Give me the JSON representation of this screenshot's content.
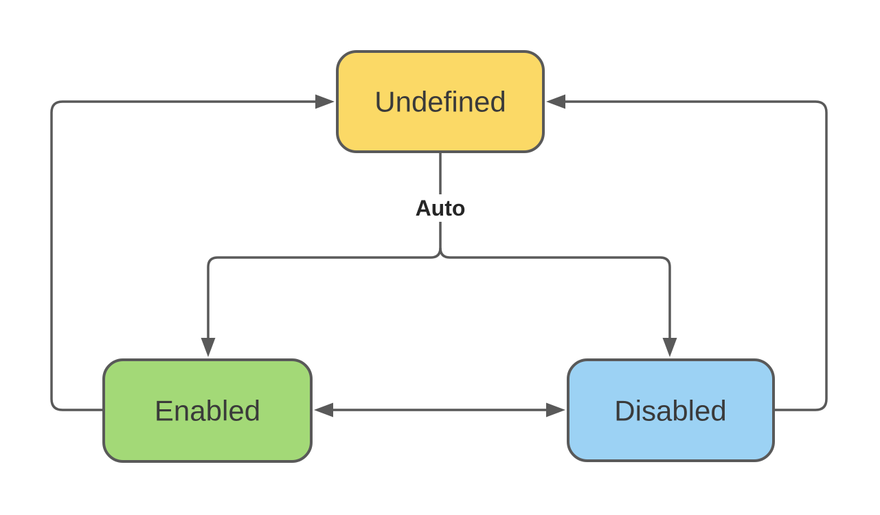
{
  "diagram": {
    "background_color": "#ffffff",
    "stroke_color": "#595959",
    "label_color": "#3a3a3a",
    "edge_label_color": "#262626",
    "nodes": {
      "undefined": {
        "label": "Undefined",
        "fill": "#FBD966"
      },
      "enabled": {
        "label": "Enabled",
        "fill": "#A3D977"
      },
      "disabled": {
        "label": "Disabled",
        "fill": "#9CD2F4"
      }
    },
    "edges": {
      "auto_label": "Auto"
    }
  }
}
